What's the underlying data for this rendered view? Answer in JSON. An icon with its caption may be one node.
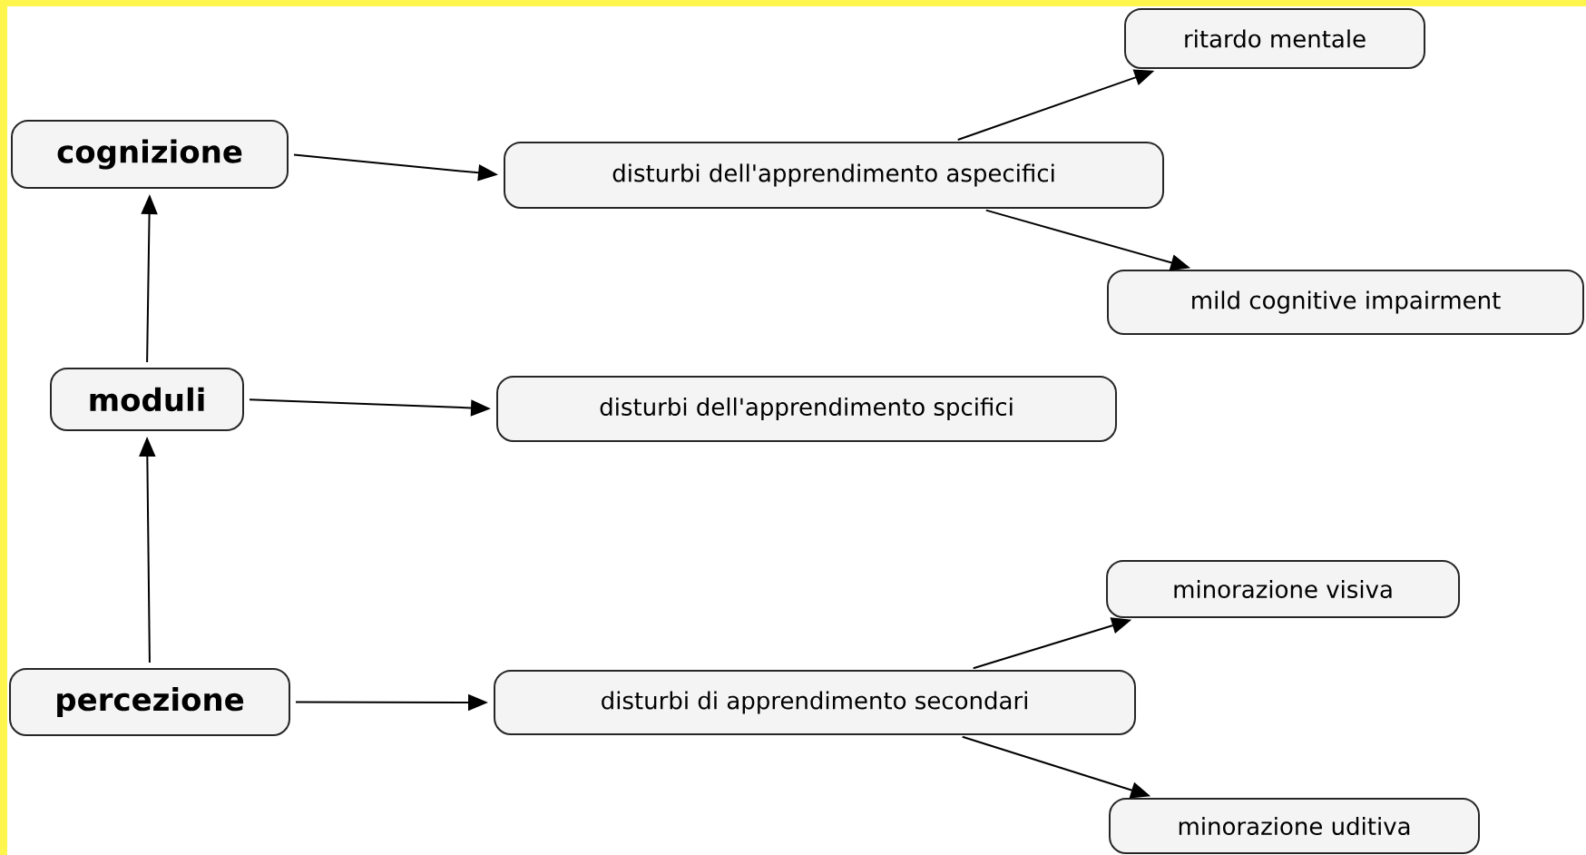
{
  "diagram": {
    "nodes": [
      {
        "text": [
          "cognizione"
        ]
      },
      {
        "text": [
          "moduli"
        ]
      },
      {
        "text": [
          "percezione"
        ]
      },
      {
        "text": [
          "disturbi dell'apprendimento aspecifici"
        ]
      },
      {
        "text": [
          "ritardo mentale"
        ]
      },
      {
        "text": [
          "mild cognitive impairment"
        ]
      },
      {
        "text": [
          "disturbi dell'apprendimento spcifici"
        ]
      },
      {
        "text": [
          "disturbi di apprendimento secondari"
        ]
      },
      {
        "text": [
          "minorazione visiva"
        ]
      },
      {
        "text": [
          "minorazione uditiva"
        ]
      }
    ],
    "edges": [
      {
        "from": 1,
        "to": 0,
        "arrow": "to"
      },
      {
        "from": 2,
        "to": 1,
        "arrow": "to"
      },
      {
        "from": 0,
        "to": 3,
        "arrow": "to"
      },
      {
        "from": 1,
        "to": 6,
        "arrow": "to"
      },
      {
        "from": 2,
        "to": 7,
        "arrow": "to"
      },
      {
        "from": 3,
        "to": 4,
        "arrow": "to"
      },
      {
        "from": 3,
        "to": 5,
        "arrow": "to"
      },
      {
        "from": 7,
        "to": 8,
        "arrow": "to"
      },
      {
        "from": 7,
        "to": 9,
        "arrow": "to"
      }
    ]
  }
}
